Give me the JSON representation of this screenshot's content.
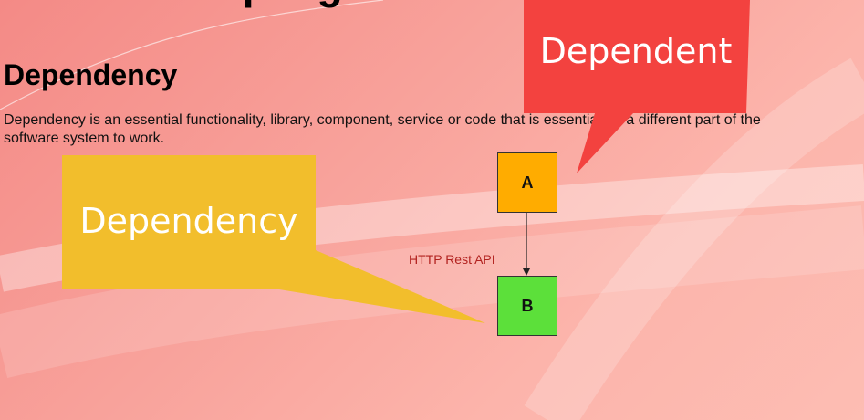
{
  "slide": {
    "top_title": "What is Coupling",
    "heading": "Dependency",
    "description": "Dependency is an essential functionality, library, component, service or code that is essential for a different part of the\nsoftware system to work."
  },
  "callouts": {
    "dependent": {
      "label": "Dependent",
      "color": "#f3423f"
    },
    "dependency": {
      "label": "Dependency",
      "color": "#f2be2c"
    }
  },
  "diagram": {
    "node_a": {
      "label": "A",
      "color": "#ffac00"
    },
    "node_b": {
      "label": "B",
      "color": "#5ce03a"
    },
    "edge_label": "HTTP Rest API"
  }
}
